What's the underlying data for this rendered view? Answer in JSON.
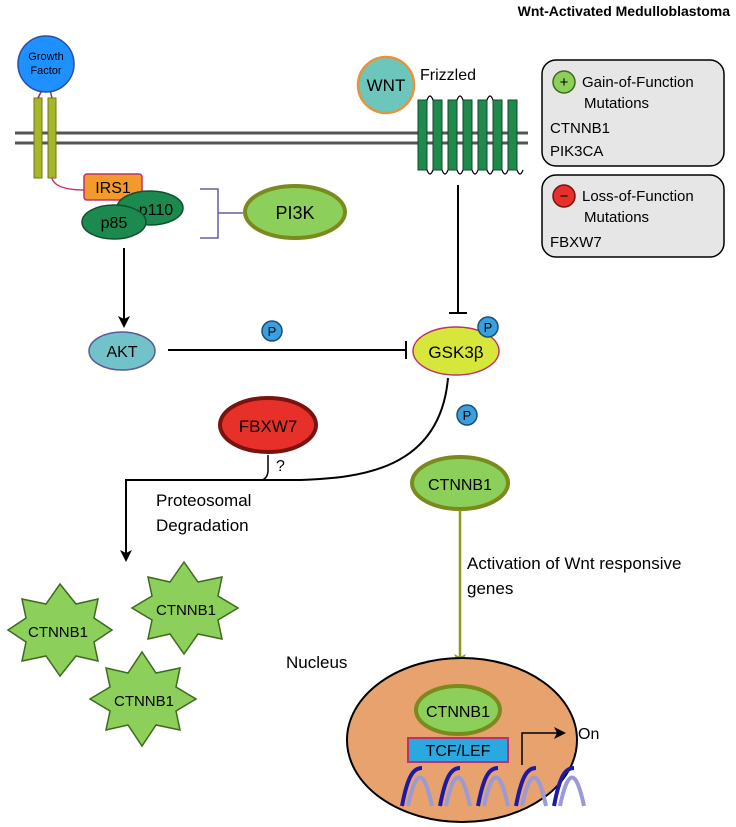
{
  "title": "Wnt-Activated Medulloblastoma",
  "receptors": {
    "growth_factor": "Growth Factor",
    "growth_factor_line1": "Growth",
    "growth_factor_line2": "Factor",
    "wnt": "WNT",
    "frizzled": "Frizzled"
  },
  "pi3k_complex": {
    "irs1": "IRS1",
    "p85": "p85",
    "p110": "p110",
    "pi3k": "PI3K"
  },
  "signaling": {
    "akt": "AKT",
    "gsk3b": "GSK3β",
    "fbxw7": "FBXW7",
    "phospho": "P",
    "unknown_mark": "?",
    "degradation_line1": "Proteosomal",
    "degradation_line2": "Degradation",
    "ctnnb1": "CTNNB1",
    "activation_line1": "Activation of Wnt responsive",
    "activation_line2": "genes"
  },
  "nucleus": {
    "label": "Nucleus",
    "ctnnb1": "CTNNB1",
    "tcf_lef": "TCF/LEF",
    "on": "On"
  },
  "degraded": [
    "CTNNB1",
    "CTNNB1",
    "CTNNB1"
  ],
  "legend": {
    "gain": {
      "symbol": "+",
      "line1": "Gain-of-Function",
      "line2": "Mutations",
      "genes": [
        "CTNNB1",
        "PIK3CA"
      ]
    },
    "loss": {
      "symbol": "−",
      "line1": "Loss-of-Function",
      "line2": "Mutations",
      "genes": [
        "FBXW7"
      ]
    }
  },
  "colors": {
    "membrane": "#555555",
    "growth_factor_fill": "#1e90ff",
    "receptor_green": "#a6b52a",
    "frizzled_green": "#1f8a4c",
    "wnt_fill": "#6cc6bb",
    "wnt_stroke": "#e8923a",
    "irs1_fill": "#f39a2c",
    "p_subunit_fill": "#1c8a4e",
    "pi3k_fill": "#8ccf5a",
    "akt_fill": "#72c2c9",
    "gsk3b_fill": "#d7e63a",
    "fbxw7_fill": "#e8302b",
    "phospho_fill": "#3a9fdc",
    "ctnnb1_fill": "#8ccf5a",
    "ctnnb1_stroke": "#7a8a1c",
    "nucleus_fill": "#e8a26e",
    "tcf_fill": "#29a9e0",
    "tcf_stroke": "#c0306e",
    "legend_fill": "#e6e6e6",
    "dna_dark": "#1b1ba8",
    "dna_light": "#9a9ad6",
    "olive_arrow": "#8a9a1c"
  }
}
